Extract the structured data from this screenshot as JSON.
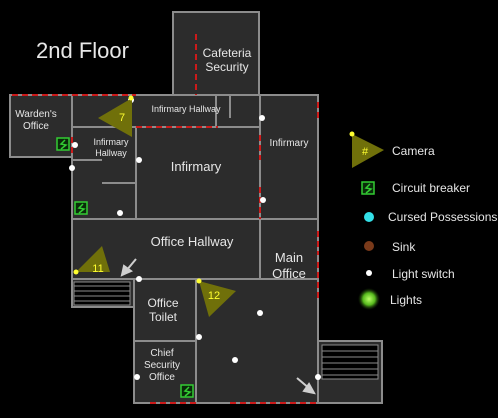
{
  "floor_title": "2nd Floor",
  "rooms": {
    "cafeteria_security": "Cafeteria Security",
    "wardens_office": "Warden's Office",
    "infirmary_hallway_top": "Infirmary Hallway",
    "infirmary_hallway_left": "Infirmary Hallway",
    "infirmary": "Infirmary",
    "infirmary_right": "Infirmary",
    "office_hallway": "Office Hallway",
    "main_office": "Main Office",
    "office_toilet": "Office Toilet",
    "chief_security_office": "Chief Security Office"
  },
  "cameras": [
    {
      "id": "camera-7",
      "label": "7"
    },
    {
      "id": "camera-11",
      "label": "11"
    },
    {
      "id": "camera-12",
      "label": "12"
    }
  ],
  "legend": {
    "camera": {
      "symbol": "#",
      "label": "Camera",
      "icon": "camera-icon"
    },
    "circuit_breaker": {
      "label": "Circuit breaker",
      "icon": "circuit-breaker-icon"
    },
    "cursed_possessions": {
      "label": "Cursed Possessions",
      "icon": "cursed-possessions-dot"
    },
    "sink": {
      "label": "Sink",
      "icon": "sink-dot"
    },
    "light_switch": {
      "label": "Light switch",
      "icon": "light-switch-dot"
    },
    "lights": {
      "label": "Lights",
      "icon": "lights-glow"
    }
  },
  "colors": {
    "background": "#000000",
    "room_fill": "#2c2c2c",
    "wall": "#8c8c8c",
    "door": "#cc1a1a",
    "camera": "#70700a",
    "camera_text": "#ffff30",
    "circuit_breaker": "#33cc33",
    "cursed_possessions": "#33e0e8",
    "sink": "#7a3a1a",
    "light_switch": "#ffffff",
    "lights": "#66cc22"
  }
}
